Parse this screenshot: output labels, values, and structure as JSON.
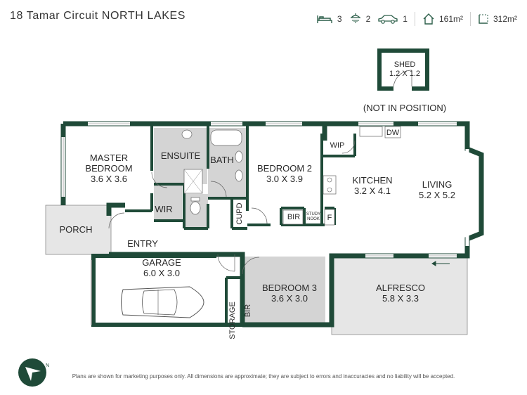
{
  "header": {
    "address": "18 Tamar Circuit NORTH LAKES",
    "stats": {
      "bedrooms": "3",
      "bathrooms": "2",
      "car_spaces": "1",
      "house_area": "161m²",
      "land_area": "312m²"
    }
  },
  "icons": {
    "bed": "bed-icon",
    "shower": "shower-icon",
    "car": "car-icon",
    "house": "house-icon",
    "land": "land-icon",
    "compass": "compass-icon"
  },
  "rooms": {
    "shed": {
      "name": "SHED",
      "size": "1.2 X 1.2"
    },
    "shed_note": "(NOT IN POSITION)",
    "master": {
      "name_line1": "MASTER",
      "name_line2": "BEDROOM",
      "size": "3.6 X 3.6"
    },
    "ensuite": {
      "name": "ENSUITE"
    },
    "bath": {
      "name": "BATH"
    },
    "wir": {
      "name": "WIR"
    },
    "cupd": {
      "name": "CUPD"
    },
    "bedroom2": {
      "name": "BEDROOM 2",
      "size": "3.0 X 3.9"
    },
    "bir2": {
      "name": "BIR"
    },
    "study": {
      "line1": "STUDY",
      "line2": "NOOK"
    },
    "wip": {
      "name": "WIP"
    },
    "dw": {
      "name": "DW"
    },
    "fridge": {
      "name": "F"
    },
    "kitchen": {
      "name": "KITCHEN",
      "size": "3.2 X 4.1"
    },
    "living": {
      "name": "LIVING",
      "size": "5.2 X 5.2"
    },
    "porch": {
      "name": "PORCH"
    },
    "entry": {
      "name": "ENTRY"
    },
    "garage": {
      "name": "GARAGE",
      "size": "6.0 X 3.0"
    },
    "storage": {
      "name": "STORAGE"
    },
    "bir3": {
      "name": "BIR"
    },
    "bedroom3": {
      "name": "BEDROOM 3",
      "size": "3.6 X 3.0"
    },
    "alfresco": {
      "name": "ALFRESCO",
      "size": "5.8 X 3.3"
    }
  },
  "colors": {
    "wall": "#1f4a38",
    "wet_area": "#d4d4d4",
    "bedroom3": "#d4d4d4",
    "outdoor": "#e6e6e6"
  },
  "disclaimer": "Plans are shown for marketing purposes only. All dimensions are approximate; they are subject to errors and inaccuracies and no liability will be accepted."
}
